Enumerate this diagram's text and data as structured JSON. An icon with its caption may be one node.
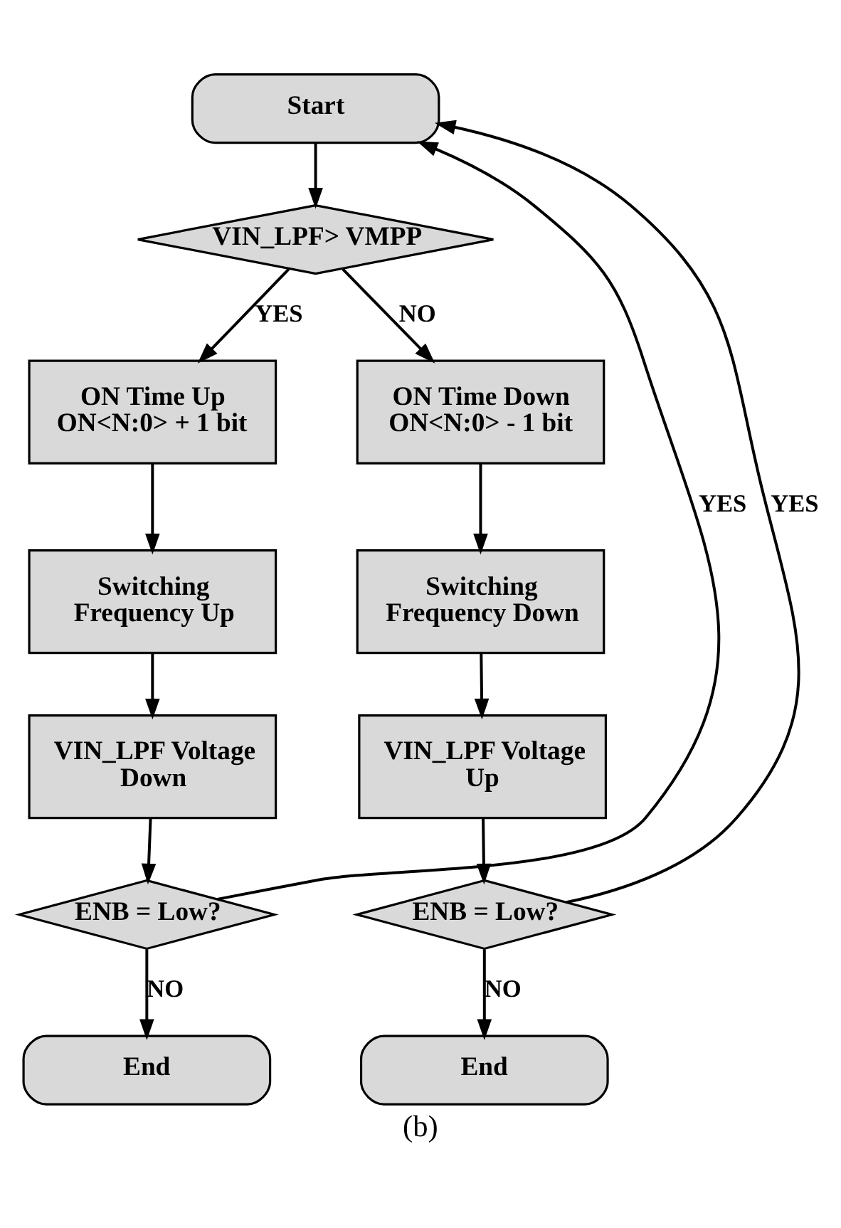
{
  "diagram": {
    "caption": "(b)",
    "nodes": [
      {
        "text": [
          "Start"
        ]
      },
      {
        "text": [
          "VIN_LPF> VMPP"
        ]
      },
      {
        "text": [
          "ON Time Up ON<N:0> + 1 bit"
        ]
      },
      {
        "text": [
          "ON Time Down ON<N:0> - 1 bit"
        ]
      },
      {
        "text": [
          "Switching Frequency Up"
        ]
      },
      {
        "text": [
          "Switching Frequency Down"
        ]
      },
      {
        "text": [
          "VIN_LPF Voltage Down"
        ]
      },
      {
        "text": [
          "VIN_LPF Voltage Up"
        ]
      },
      {
        "text": [
          "ENB = Low?"
        ]
      },
      {
        "text": [
          "ENB = Low?"
        ]
      },
      {
        "text": [
          "End"
        ]
      },
      {
        "text": [
          "End"
        ]
      }
    ],
    "edges": [
      {
        "from": 0,
        "to": 1,
        "arrow": "to"
      },
      {
        "from": 1,
        "to": 2,
        "arrow": "to",
        "label": "YES"
      },
      {
        "from": 1,
        "to": 3,
        "arrow": "to",
        "label": "NO"
      },
      {
        "from": 2,
        "to": 4,
        "arrow": "to"
      },
      {
        "from": 3,
        "to": 5,
        "arrow": "to"
      },
      {
        "from": 4,
        "to": 6,
        "arrow": "to"
      },
      {
        "from": 5,
        "to": 7,
        "arrow": "to"
      },
      {
        "from": 6,
        "to": 8,
        "arrow": "to"
      },
      {
        "from": 7,
        "to": 9,
        "arrow": "to"
      },
      {
        "from": 8,
        "to": 0,
        "arrow": "to",
        "label": "YES"
      },
      {
        "from": 9,
        "to": 0,
        "arrow": "to",
        "label": "YES"
      },
      {
        "from": 8,
        "to": 10,
        "arrow": "to",
        "label": "NO"
      },
      {
        "from": 9,
        "to": 11,
        "arrow": "to",
        "label": "NO"
      }
    ]
  }
}
